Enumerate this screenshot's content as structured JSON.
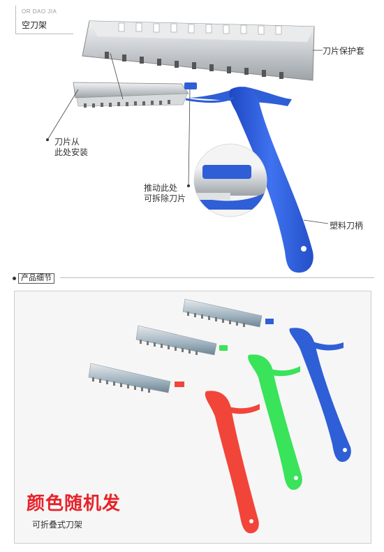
{
  "header": {
    "brand": "OR DAO JIA",
    "title": "空刀架"
  },
  "callouts": {
    "guard": "刀片保护套",
    "install_1": "刀片从",
    "install_2": "此处安装",
    "push_1": "推动此处",
    "push_2": "可拆除刀片",
    "handle": "塑料刀柄"
  },
  "section2": {
    "title": "产品细节"
  },
  "promo": {
    "headline": "颜色随机发",
    "caption": "可折叠式刀架"
  },
  "colors": {
    "blue": "#2f5fd6",
    "green": "#39e35a",
    "red": "#f2453a",
    "steel": "#cfd3d6",
    "accent_red": "#e8232a"
  }
}
